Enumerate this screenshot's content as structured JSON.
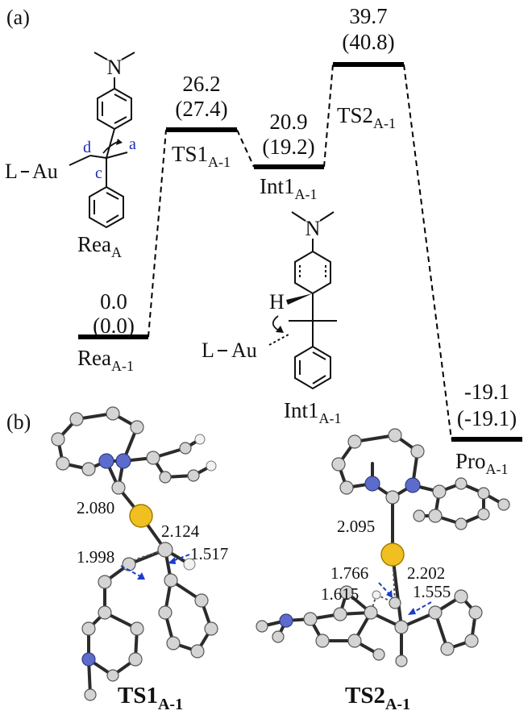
{
  "panel_labels": {
    "a": "(a)",
    "b": "(b)"
  },
  "levels": [
    {
      "id": "rea",
      "name": "Rea",
      "sub": "A-1",
      "energy": "0.0",
      "energy2": "(0.0)"
    },
    {
      "id": "ts1",
      "name": "TS1",
      "sub": "A-1",
      "energy": "26.2",
      "energy2": "(27.4)"
    },
    {
      "id": "int1",
      "name": "Int1",
      "sub": "A-1",
      "energy": "20.9",
      "energy2": "(19.2)"
    },
    {
      "id": "ts2",
      "name": "TS2",
      "sub": "A-1",
      "energy": "39.7",
      "energy2": "(40.8)"
    },
    {
      "id": "pro",
      "name": "Pro",
      "sub": "A-1",
      "energy": "-19.1",
      "energy2": "(-19.1)"
    }
  ],
  "structures": {
    "rea_a": {
      "name": "Rea",
      "sub": "A",
      "ligand": "L",
      "metal": "Au",
      "nitrogen": "N",
      "labels": {
        "a": "a",
        "c": "c",
        "d": "d"
      }
    },
    "int1": {
      "name": "Int1",
      "sub": "A-1",
      "ligand": "L",
      "metal": "Au",
      "nitrogen": "N",
      "hydrogen": "H"
    }
  },
  "ts1": {
    "title": "TS1",
    "sub": "A-1",
    "distances": {
      "au_c_carbene": "2.080",
      "au_c": "2.124",
      "c_c_left": "1.998",
      "c_c_right": "1.517"
    }
  },
  "ts2": {
    "title": "TS2",
    "sub": "A-1",
    "distances": {
      "au_c_carbene": "2.095",
      "au_h": "2.202",
      "h_c": "1.766",
      "h_c_ring": "1.615",
      "c_c": "1.555"
    }
  }
}
